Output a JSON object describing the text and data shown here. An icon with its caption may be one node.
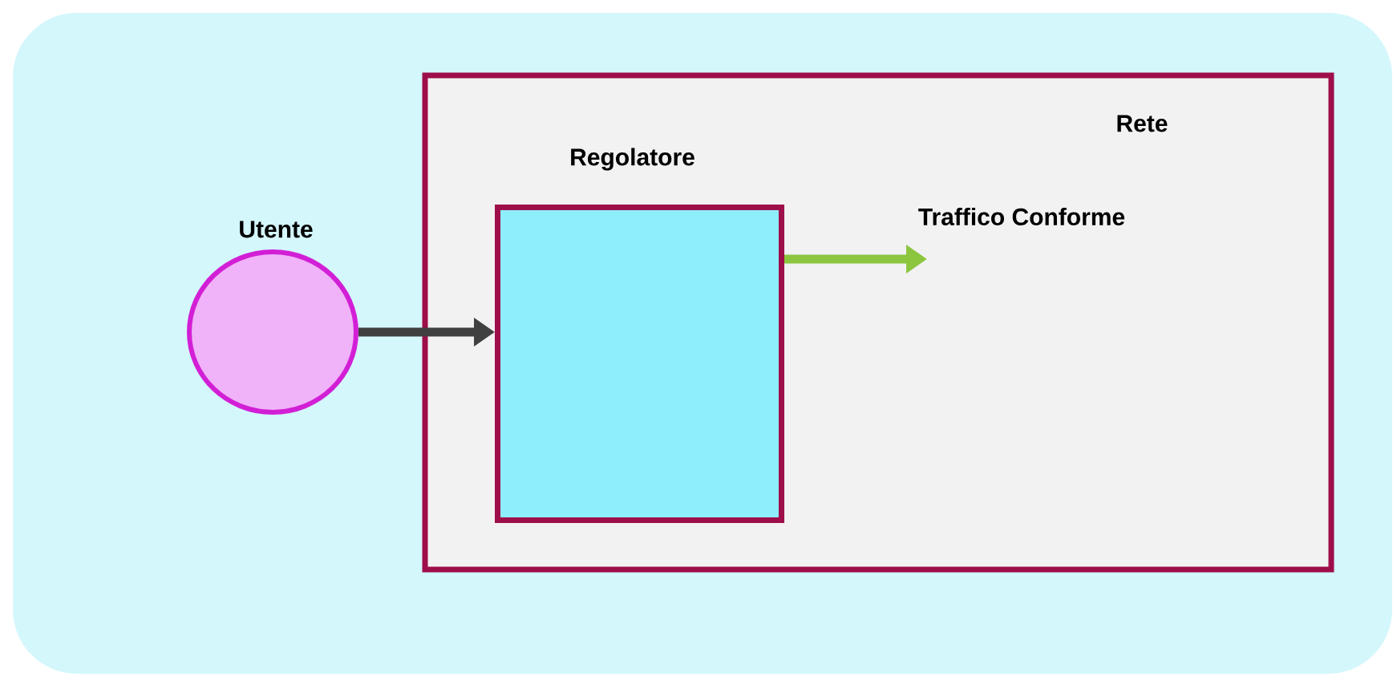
{
  "diagram": {
    "nodes": [
      {
        "text": [
          "Rete"
        ]
      },
      {
        "text": [
          "Utente"
        ]
      },
      {
        "text": [
          "Regolatore"
        ],
        "in": 0
      }
    ],
    "edges": [
      {
        "from": 1,
        "to": 2,
        "arrow": "to"
      },
      {
        "from": 2,
        "to": null,
        "arrow": "to",
        "color": "#8cc63f",
        "label": "Traffico Conforme"
      }
    ]
  }
}
